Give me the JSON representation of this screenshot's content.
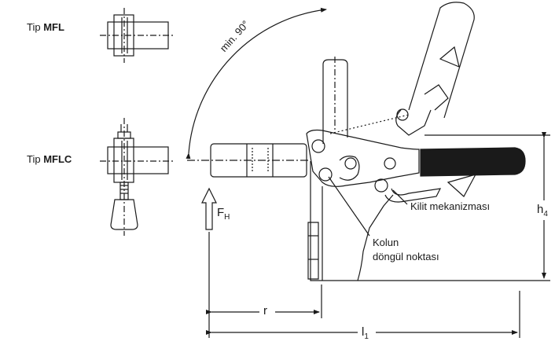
{
  "labels": {
    "mfl_prefix": "Tip",
    "mfl_code": "MFL",
    "mflc_prefix": "Tip",
    "mflc_code": "MFLC",
    "angle": "min. 90°",
    "force_main": "F",
    "force_sub": "H",
    "lock": "Kilit mekanizması",
    "pivot_line1": "Kolun",
    "pivot_line2": "döngül noktası",
    "dim_r": "r",
    "dim_l_main": "l",
    "dim_l_sub": "1",
    "dim_h_main": "h",
    "dim_h_sub": "4"
  },
  "colors": {
    "line": "#1a1a1a",
    "handle_fill": "#1a1a1a",
    "background": "#ffffff"
  }
}
